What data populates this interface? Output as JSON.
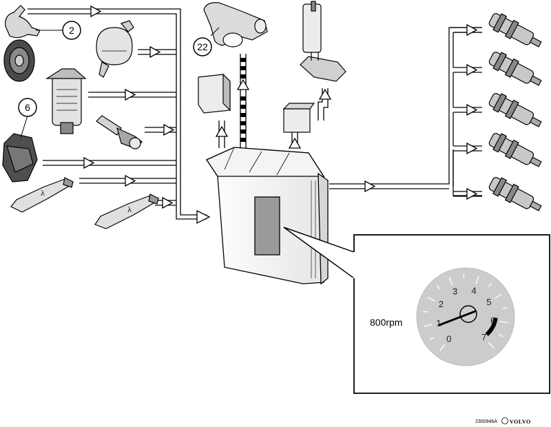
{
  "callouts": {
    "idle_valve_switch": "2",
    "knock_sensor": "6",
    "idle_air_control_valve": "22"
  },
  "lambda_symbol": "λ",
  "gauge": {
    "rpm_label": "800rpm",
    "scale_labels": [
      "0",
      "1",
      "2",
      "3",
      "4",
      "5",
      "6",
      "7"
    ],
    "needle_rpm_thousands": 0.8,
    "redline_start_thousands": 6,
    "redline_end_thousands": 7
  },
  "footer": {
    "doc_code": "2300946A",
    "brand": "VOLVO"
  }
}
